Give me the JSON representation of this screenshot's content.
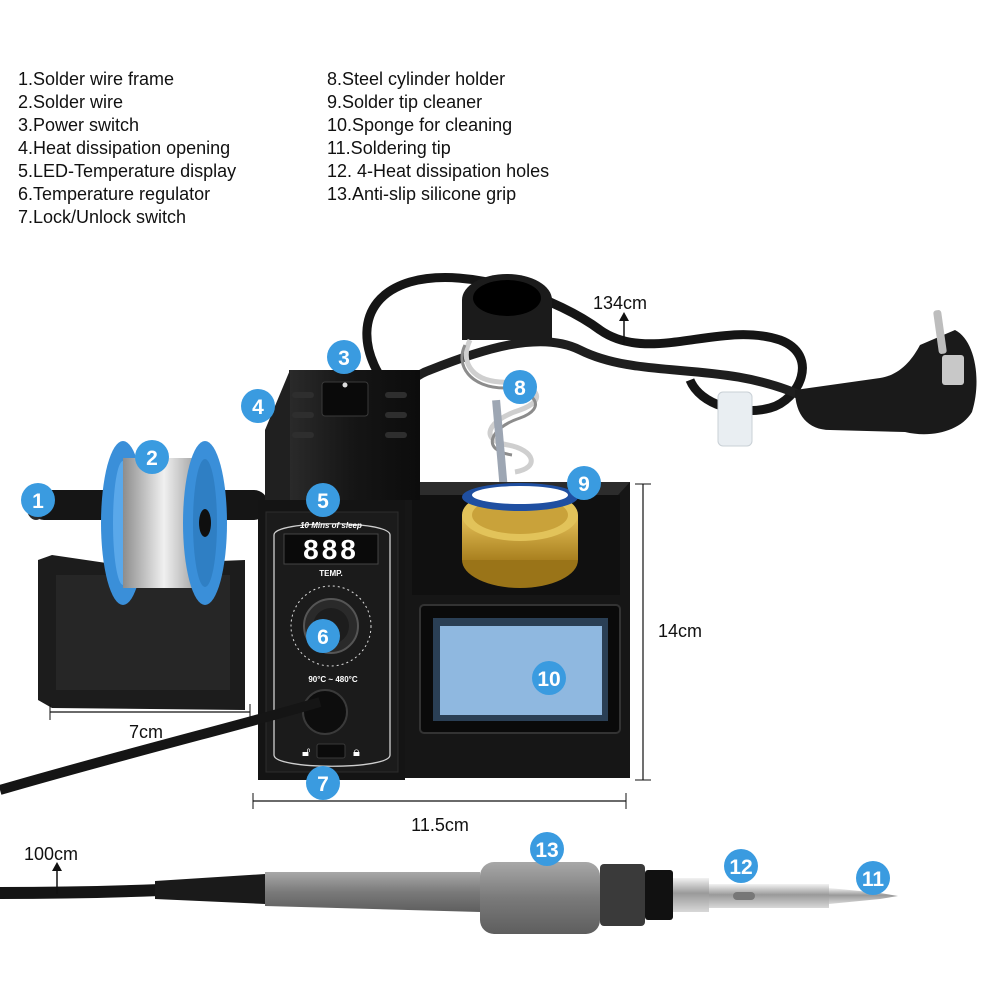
{
  "legend": {
    "left": [
      "1.Solder wire frame",
      "2.Solder wire",
      "3.Power switch",
      "4.Heat dissipation opening",
      "5.LED-Temperature display",
      "6.Temperature regulator",
      "7.Lock/Unlock switch"
    ],
    "right": [
      "8.Steel cylinder holder",
      "9.Solder tip cleaner",
      "10.Sponge for cleaning",
      "11.Soldering tip",
      "12. 4-Heat dissipation holes",
      "13.Anti-slip silicone grip"
    ]
  },
  "badges": [
    "1",
    "2",
    "3",
    "4",
    "5",
    "6",
    "7",
    "8",
    "9",
    "10",
    "11",
    "12",
    "13"
  ],
  "dimensions": {
    "cord_station": "134cm",
    "height": "14cm",
    "frame_width": "7cm",
    "width": "11.5cm",
    "cord_iron": "100cm"
  },
  "panel": {
    "sleep_label": "10 Mins of sleep",
    "display": "888",
    "temp_label": "TEMP.",
    "range": "90°C ~ 480°C"
  },
  "colors": {
    "badge": "#3a9be0",
    "station": "#141414",
    "sponge": "#8fb8e0",
    "brass": "#c9a23a",
    "grip": "#8a8a8a"
  }
}
